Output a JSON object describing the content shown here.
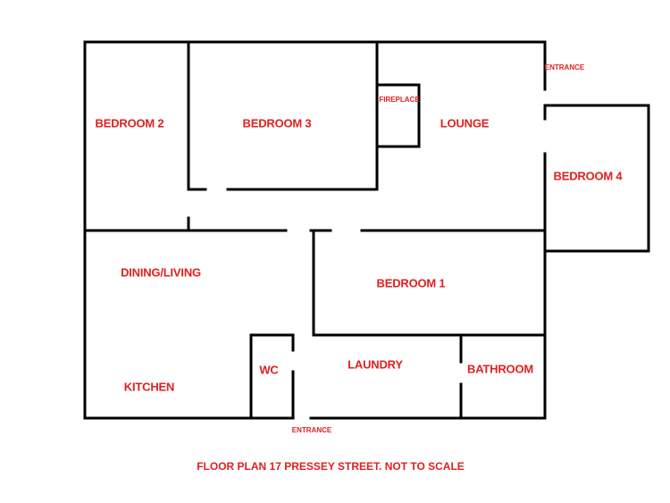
{
  "colors": {
    "walls": "#000000",
    "labels": "#e02020",
    "background": "#ffffff"
  },
  "rooms": {
    "bedroom2": "BEDROOM 2",
    "bedroom3": "BEDROOM 3",
    "fireplace": "FIREPLACE",
    "lounge": "LOUNGE",
    "bedroom4": "BEDROOM 4",
    "dining_living": "DINING/LIVING",
    "bedroom1": "BEDROOM 1",
    "kitchen": "KITCHEN",
    "wc": "WC",
    "laundry": "LAUNDRY",
    "bathroom": "BATHROOM"
  },
  "entrances": {
    "top_right": "ENTRANCE",
    "bottom": "ENTRANCE"
  },
  "title": "FLOOR PLAN 17 PRESSEY STREET. NOT TO SCALE"
}
